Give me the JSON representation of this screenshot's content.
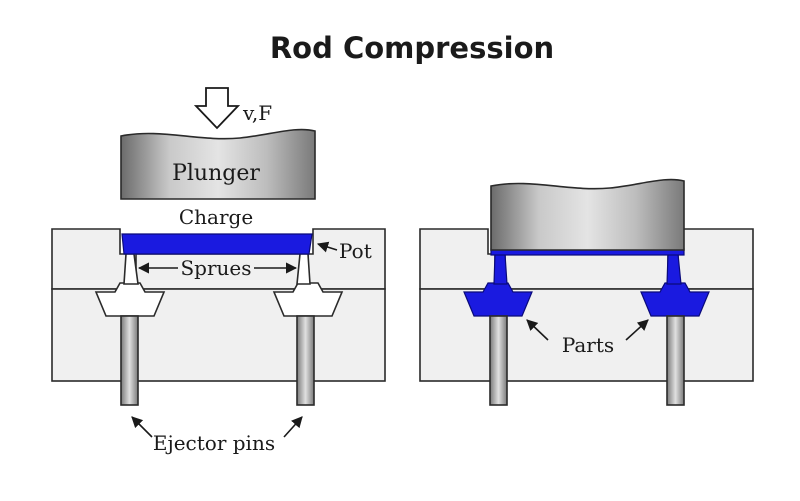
{
  "title": "Rod Compression",
  "labels": {
    "force": "v,F",
    "plunger": "Plunger",
    "charge": "Charge",
    "pot": "Pot",
    "sprues": "Sprues",
    "ejector_pins": "Ejector pins",
    "parts": "Parts"
  },
  "colors": {
    "material": "#1a1ae0",
    "mold": "#f0f0f0",
    "outline": "#2a2a2a"
  }
}
